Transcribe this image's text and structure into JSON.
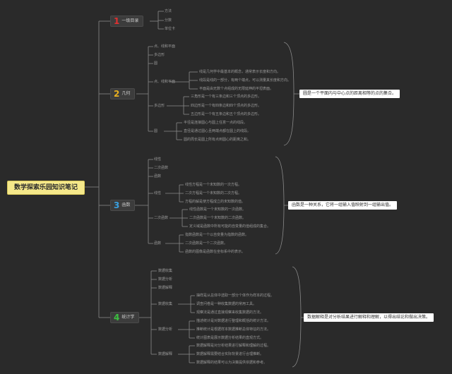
{
  "root": {
    "title": "数学探索乐园知识笔记"
  },
  "branches": [
    {
      "num": "1",
      "label": "一级目录",
      "color": "#e03030",
      "items": [
        "方法",
        "分数",
        "单位卡"
      ]
    },
    {
      "num": "2",
      "label": "几何",
      "color": "#e8b020",
      "items": [
        "点、线和平面",
        "多边形",
        "圆",
        "点、线和平面",
        "多边形",
        "圆"
      ],
      "details": [
        "线是几何学中最基本的概念，通常表示长度和方向。",
        "线段是线的一部分，有两个端点，可以测量其长度和方向。",
        "平面是由无数个点组成的无限延伸的平坦表面。",
        "三角形是一个有三条边和三个顶点的多边形。",
        "四边形是一个有四条边和四个顶点的多边形。",
        "五边形是一个有五条边和五个顶点的多边形。",
        "半径是连接圆心与圆上任意一点的线段。",
        "直径是通过圆心且两端点都在圆上的线段。",
        "圆的周长是圆上所有点到圆心的距离之和。"
      ],
      "callout": "圆是一个平面内与中心点的距离相等的点的集合。"
    },
    {
      "num": "3",
      "label": "函数",
      "color": "#3aa0e0",
      "items": [
        "线性",
        "二次函数",
        "函数",
        "线性",
        "二次函数",
        "函数"
      ],
      "details": [
        "线性方程是一个未知数的一次方程。",
        "二次方程是一个未知数的二次方程。",
        "方程的解是使方程成立的未知数的值。",
        "线性函数是一个未知数的一次函数。",
        "二次函数是一个未知数的二次函数。",
        "定义域是函数中所有可能的自变量的值组成的集合。",
        "指数函数是一个以自变量为指数的函数。",
        "二次函数是一个二次函数。",
        "函数的图像是函数在坐标系中的表示。"
      ],
      "callout": "函数是一种关系，它将一组输入值映射到一组输出值。"
    },
    {
      "num": "4",
      "label": "统计学",
      "color": "#3cc040",
      "items": [
        "数据收集",
        "数据分析",
        "数据解释",
        "数据收集",
        "数据分析",
        "数据解释"
      ],
      "details": [
        "抽样是从总体中选取一部分个体作为样本的过程。",
        "调查问卷是一种收集数据的常用工具。",
        "观察法是通过直接观察来收集数据的方法。",
        "描述统计是对数据进行整理和概括的统计方法。",
        "推断统计是根据样本数据推断总体特征的方法。",
        "统计图表是展示数据分析结果的直观方式。",
        "数据解释是对分析结果进行解释和理解的过程。",
        "数据解释需要结合实际背景进行合理推断。",
        "数据解释的结果可以为决策提供依据和参考。"
      ],
      "callout": "数据解释是对分析结果进行解释和理解，以得出结论和做出决策。"
    }
  ]
}
